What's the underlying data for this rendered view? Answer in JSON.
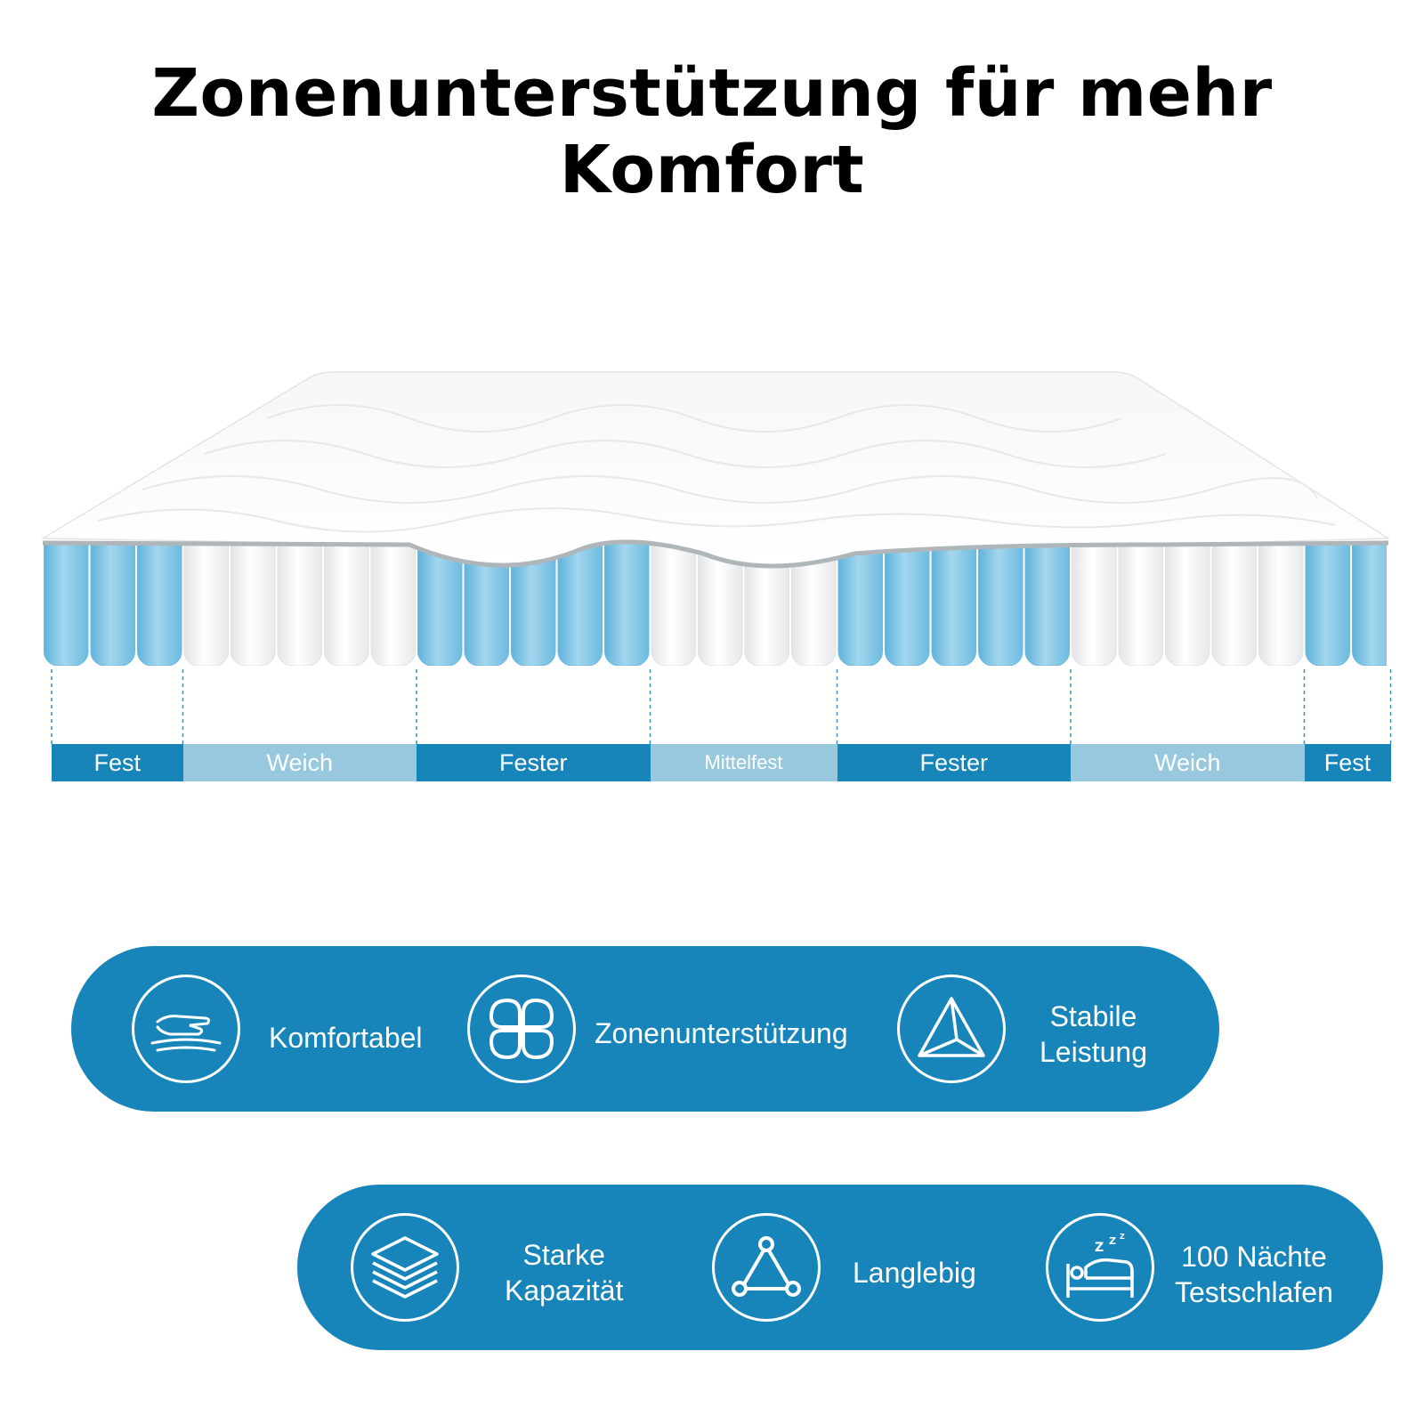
{
  "title": "Zonenunterstützung für mehr Komfort",
  "colors": {
    "dark_blue": "#1785b9",
    "light_blue": "#98c8de",
    "coil_blue": "#8cc9e6",
    "coil_white": "#f4f5f6",
    "edge_gray": "#aeb6ba"
  },
  "zones": [
    {
      "label": "Fest",
      "coils": 3,
      "style": "dark",
      "coil_color": "blue"
    },
    {
      "label": "Weich",
      "coils": 5,
      "style": "light",
      "coil_color": "white"
    },
    {
      "label": "Fester",
      "coils": 5,
      "style": "dark",
      "coil_color": "blue"
    },
    {
      "label": "Mittelfest",
      "coils": 4,
      "style": "light",
      "coil_color": "white"
    },
    {
      "label": "Fester",
      "coils": 5,
      "style": "dark",
      "coil_color": "blue"
    },
    {
      "label": "Weich",
      "coils": 5,
      "style": "light",
      "coil_color": "white"
    },
    {
      "label": "Fest",
      "coils": 2,
      "style": "dark",
      "coil_color": "blue"
    }
  ],
  "features_row1": [
    {
      "icon": "hand-on-foam-icon",
      "label": "Komfortabel"
    },
    {
      "icon": "four-zones-icon",
      "label": "Zonenunterstützung"
    },
    {
      "icon": "pyramid-icon",
      "label_line1": "Stabile",
      "label_line2": "Leistung"
    }
  ],
  "features_row2": [
    {
      "icon": "layers-icon",
      "label_line1": "Starke",
      "label_line2": "Kapazität"
    },
    {
      "icon": "triangle-nodes-icon",
      "label": "Langlebig"
    },
    {
      "icon": "sleeping-bed-icon",
      "label_line1": "100 Nächte",
      "label_line2": "Testschlafen"
    }
  ]
}
